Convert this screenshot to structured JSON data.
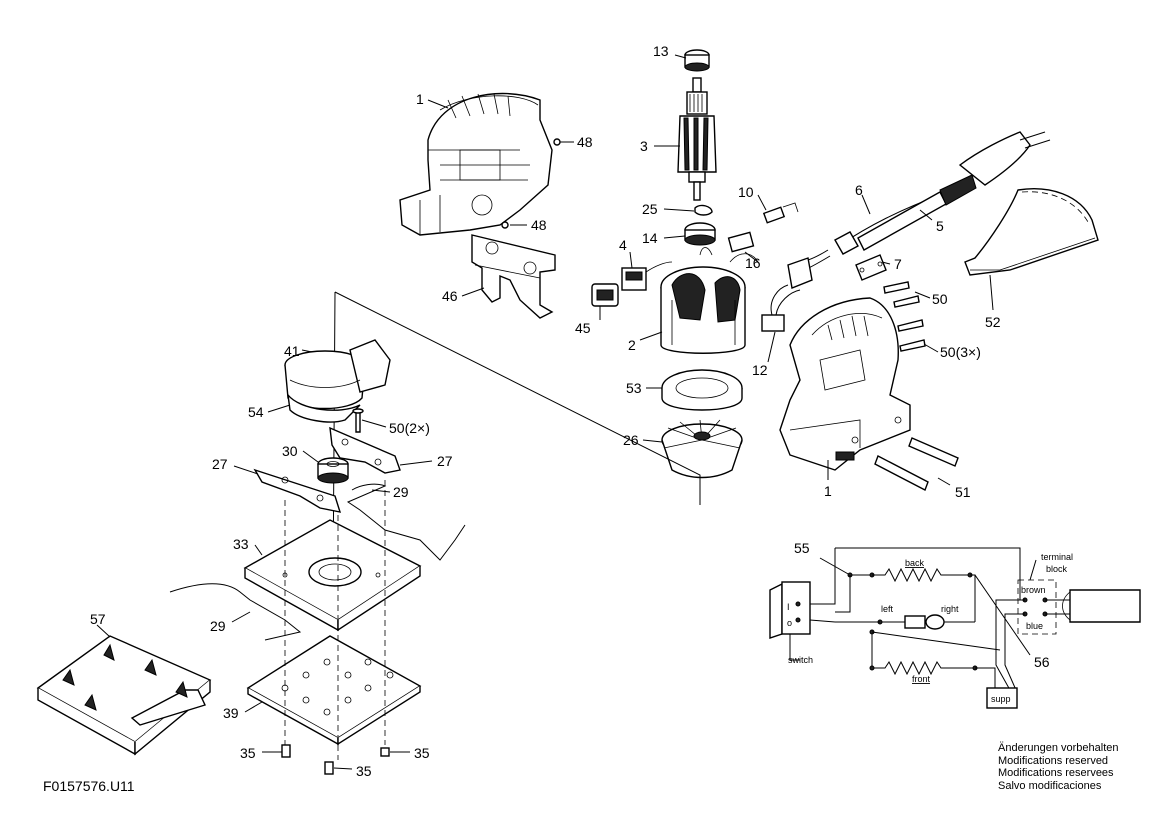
{
  "drawing_code": "F0157576.U11",
  "notes": [
    "Änderungen vorbehalten",
    "Modifications reserved",
    "Modifications reservees",
    "Salvo modificaciones"
  ],
  "callouts": [
    "1",
    "48",
    "48",
    "46",
    "13",
    "3",
    "25",
    "14",
    "10",
    "4",
    "16",
    "45",
    "2",
    "6",
    "5",
    "7",
    "50",
    "52",
    "50(3×)",
    "12",
    "53",
    "26",
    "1",
    "51",
    "41",
    "54",
    "50(2×)",
    "30",
    "27",
    "27",
    "29",
    "33",
    "29",
    "57",
    "39",
    "35",
    "35",
    "35"
  ],
  "schematic": {
    "labels": {
      "ref55": "55",
      "ref56": "56",
      "back": "back",
      "front": "front",
      "left": "left",
      "right": "right",
      "terminal": "terminal",
      "block": "block",
      "brown": "brown",
      "blue": "blue",
      "switch": "switch",
      "supp": "supp"
    }
  }
}
